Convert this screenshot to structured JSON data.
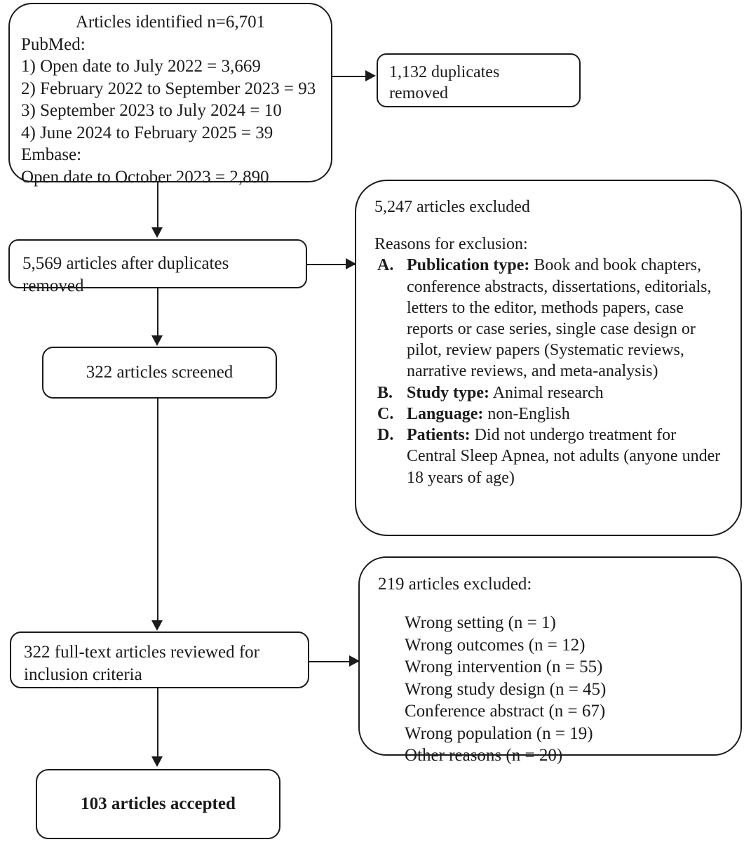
{
  "diagram": {
    "title": "PRISMA study selection flow diagram",
    "type": "flowchart",
    "line_color": "#1b1b1b",
    "background": "#ffffff"
  },
  "identified": {
    "heading": "Articles identified n=6,701",
    "source_1_label": "PubMed:",
    "pubmed_lines": [
      "1) Open date to July 2022 = 3,669",
      "2) February 2022 to September 2023 = 93",
      "3) September 2023 to July 2024 = 10",
      "4) June 2024 to February 2025 = 39"
    ],
    "source_2_label": "Embase:",
    "embase_line": "Open date to October 2023 = 2,890"
  },
  "duplicates": {
    "line_1": "1,132 duplicates",
    "line_2": "removed"
  },
  "after_duplicates": {
    "label": "5,569 articles after duplicates removed"
  },
  "screened": {
    "label": "322 articles screened"
  },
  "fulltext": {
    "line_1": "322 full-text articles reviewed for",
    "line_2": "inclusion criteria"
  },
  "accepted": {
    "label": "103 articles accepted"
  },
  "excluded_screening": {
    "count_line": "5,247 articles excluded",
    "reasons_heading": "Reasons for exclusion:",
    "reasons": [
      {
        "marker": "A.",
        "category": "Publication type:",
        "detail": " Book and book chapters, conference abstracts, dissertations, editorials, letters to the editor, methods papers, case reports or case series, single case design or pilot, review papers (Systematic reviews, narrative reviews, and meta-analysis)"
      },
      {
        "marker": "B.",
        "category": "Study type:",
        "detail": " Animal research"
      },
      {
        "marker": "C.",
        "category": "Language:",
        "detail": " non-English"
      },
      {
        "marker": "D.",
        "category": "Patients:",
        "detail": " Did not undergo treatment for Central Sleep Apnea, not adults (anyone under 18 years of age)"
      }
    ]
  },
  "excluded_fulltext": {
    "count_line": "219 articles excluded:",
    "reasons": [
      "Wrong setting (n = 1)",
      "Wrong outcomes (n = 12)",
      "Wrong intervention (n = 55)",
      "Wrong study design (n = 45)",
      "Conference abstract (n = 67)",
      "Wrong population (n = 19)",
      "Other reasons (n = 20)"
    ]
  },
  "flow_counts": {
    "identified_total": 6701,
    "duplicates_removed": 1132,
    "after_duplicates": 5569,
    "excluded_at_screening": 5247,
    "screened": 322,
    "fulltext_reviewed": 322,
    "excluded_at_fulltext": 219,
    "accepted": 103
  }
}
